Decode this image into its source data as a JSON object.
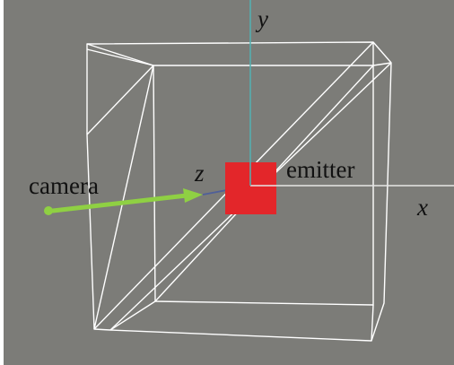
{
  "labels": {
    "y_axis": "y",
    "x_axis": "x",
    "z_axis": "z",
    "camera": "camera",
    "emitter": "emitter"
  },
  "colors": {
    "background": "#7c7c78",
    "wireframe": "#ffffff",
    "y_axis": "#52b2b2",
    "x_axis": "#e6e6e6",
    "z_axis": "#4f5f99",
    "emitter": "#e3262a",
    "camera": "#8fd043",
    "text": "#111111"
  }
}
